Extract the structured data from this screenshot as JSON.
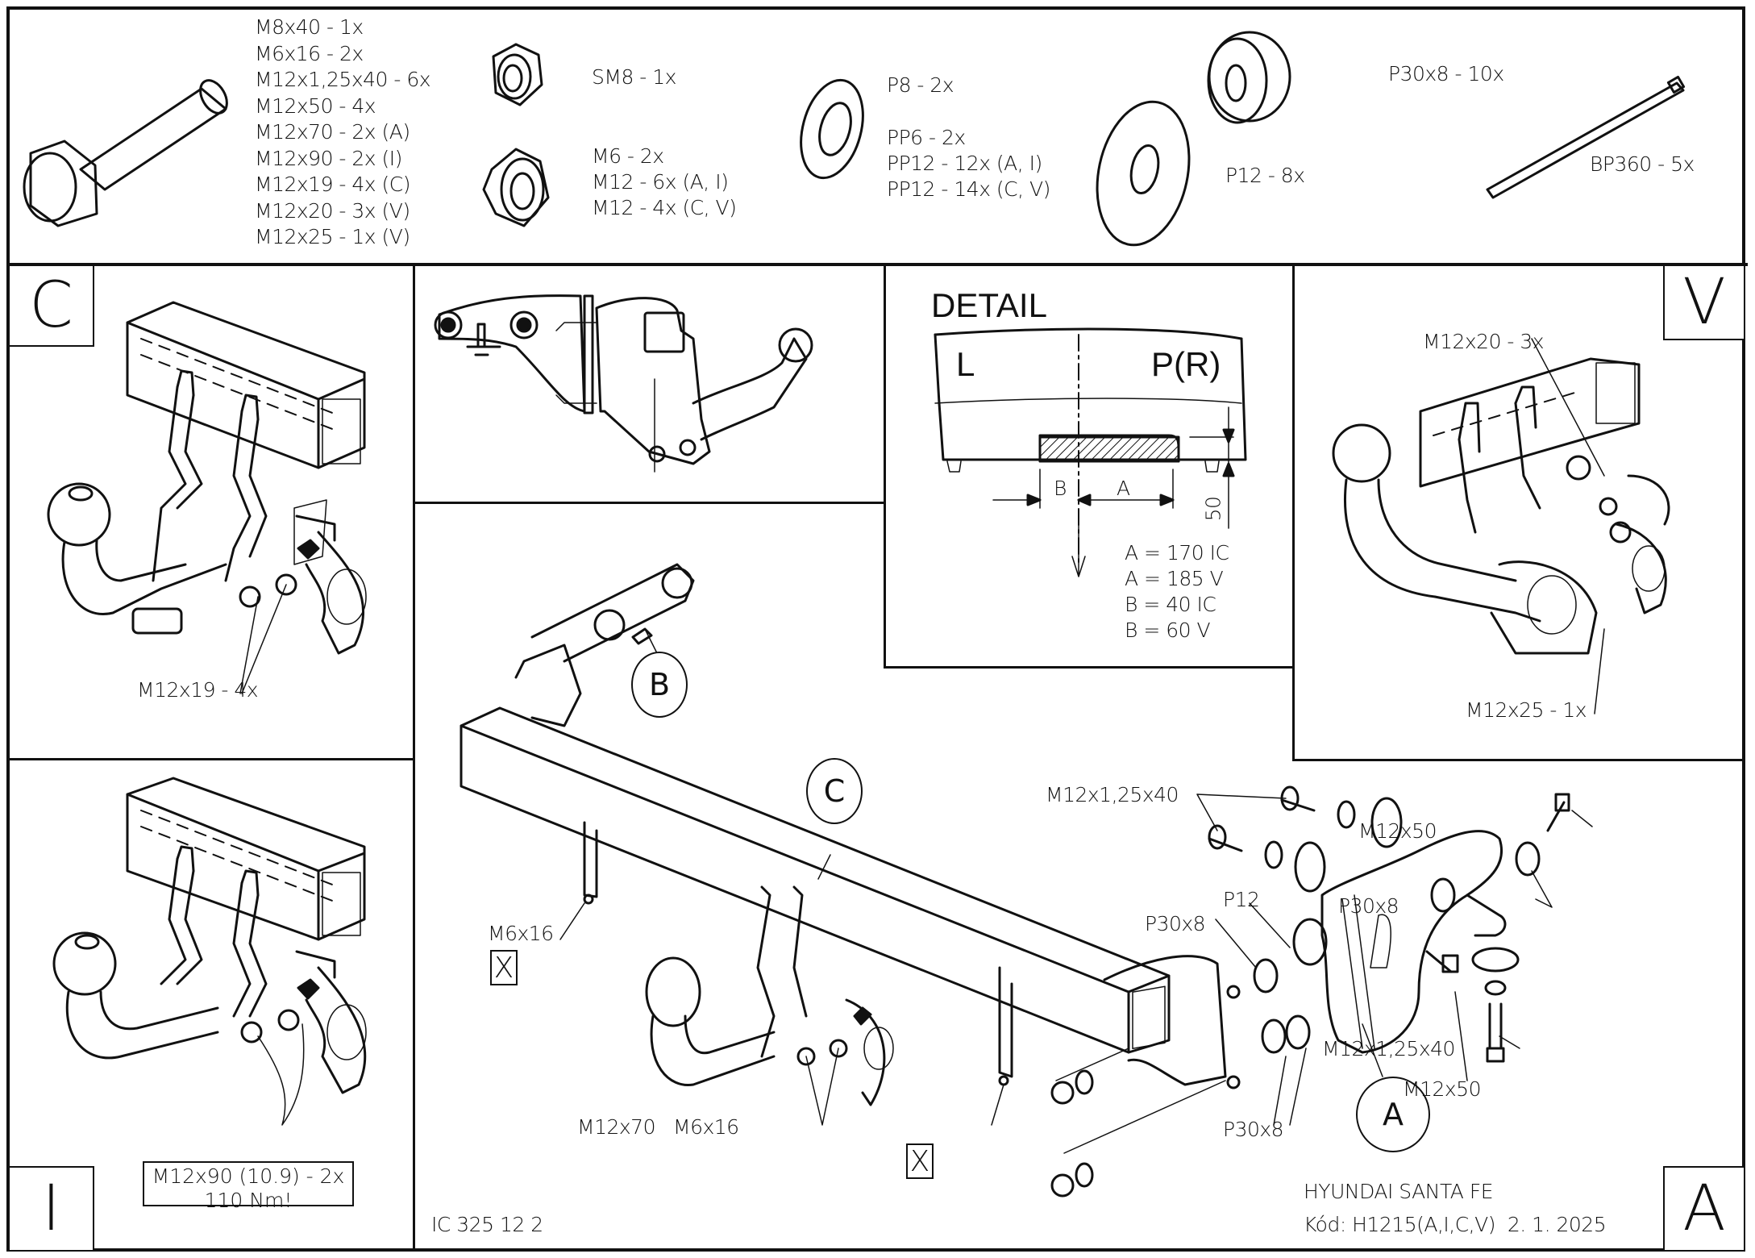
{
  "parts_list": {
    "bolts": [
      "M8x40 - 1x",
      "M6x16 - 2x",
      "M12x1,25x40 - 6x",
      "M12x50 - 4x",
      "M12x70 - 2x (A)",
      "M12x90 - 2x (I)",
      "M12x19 - 4x (C)",
      "M12x20 - 3x (V)",
      "M12x25 - 1x (V)"
    ],
    "lock_nut": "SM8 - 1x",
    "nuts": [
      "M6 - 2x",
      "M12 - 6x (A, I)",
      "M12 - 4x (C, V)"
    ],
    "washer_p8": "P8 - 2x",
    "spring_washers": [
      "PP6 - 2x",
      "PP12 - 12x (A, I)",
      "PP12 - 14x (C, V)"
    ],
    "washer_p12": "P12 - 8x",
    "spacer_p30x8": "P30x8 - 10x",
    "cable_tie": "BP360 - 5x"
  },
  "panels": {
    "c": {
      "letter": "C",
      "label": "M12x19 - 4x"
    },
    "i": {
      "letter": "I",
      "label_line1": "M12x90 (10.9) - 2x",
      "label_line2": "110 Nm!"
    },
    "v": {
      "letter": "V",
      "label_top": "M12x20 - 3x",
      "label_bottom": "M12x25 - 1x"
    },
    "a": {
      "letter": "A"
    }
  },
  "detail": {
    "title": "DETAIL",
    "left": "L",
    "right": "P(R)",
    "dim_b": "B",
    "dim_a": "A",
    "dim_height": "50",
    "values": [
      "A = 170 IC",
      "A = 185 V",
      "B = 40 IC",
      "B = 60 V"
    ]
  },
  "assembly": {
    "callout_b": "B",
    "callout_c": "C",
    "callout_a": "A",
    "labels": {
      "m6x16_left": "M6x16",
      "m6x16_right": "M6x16",
      "x_mark": "X",
      "m12x70": "M12x70",
      "m12x125x40_top": "M12x1,25x40",
      "m12x50_top": "M12x50",
      "p30x8_right": "P30x8",
      "p12": "P12",
      "p30x8_left": "P30x8",
      "m12x125x40_bottom": "M12x1,25x40",
      "m12x50_bottom": "M12x50",
      "p30x8_bottom": "P30x8"
    }
  },
  "footer": {
    "code_left": "IC 325 12 2",
    "vehicle": "HYUNDAI SANTA FE",
    "code": "Kód: H1215(A,I,C,V)  2. 1. 2025"
  }
}
